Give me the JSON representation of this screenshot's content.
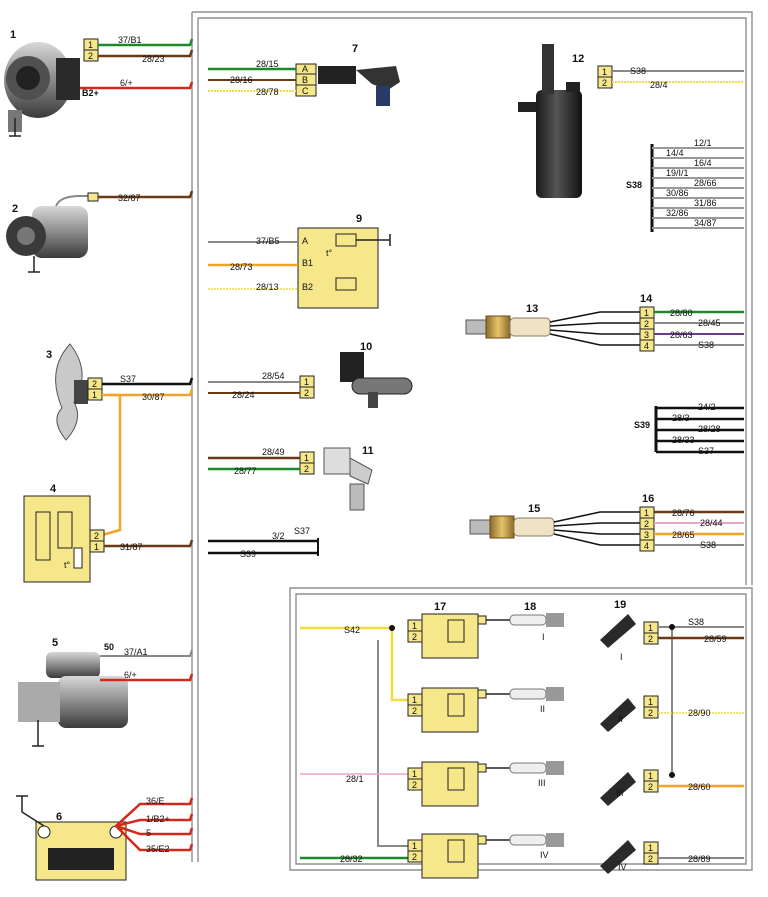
{
  "components": {
    "c1": {
      "number": "1",
      "pins": [
        "1",
        "2"
      ],
      "terminal": "B2+"
    },
    "c2": {
      "number": "2"
    },
    "c3": {
      "number": "3",
      "pins": [
        "2",
        "1"
      ]
    },
    "c4": {
      "number": "4",
      "pins": [
        "2",
        "1"
      ],
      "symbol": "t°"
    },
    "c5": {
      "number": "5",
      "terminal": "50"
    },
    "c6": {
      "number": "6"
    },
    "c7": {
      "number": "7",
      "pins": [
        "A",
        "B",
        "C"
      ]
    },
    "c9": {
      "number": "9",
      "pins": [
        "A",
        "B1",
        "B2"
      ],
      "symbol": "t°"
    },
    "c10": {
      "number": "10",
      "pins": [
        "1",
        "2"
      ]
    },
    "c11": {
      "number": "11",
      "pins": [
        "1",
        "2"
      ]
    },
    "c12": {
      "number": "12",
      "pins": [
        "1",
        "2"
      ]
    },
    "c13": {
      "number": "13"
    },
    "c14": {
      "number": "14",
      "pins": [
        "1",
        "2",
        "3",
        "4"
      ]
    },
    "c15": {
      "number": "15"
    },
    "c16": {
      "number": "16",
      "pins": [
        "1",
        "2",
        "3",
        "4"
      ]
    },
    "c17": {
      "number": "17",
      "pins": [
        "1",
        "2"
      ]
    },
    "c18": {
      "number": "18",
      "plugs": [
        "I",
        "II",
        "III",
        "IV"
      ]
    },
    "c19": {
      "number": "19",
      "injectors": [
        "I",
        "II",
        "III",
        "IV"
      ],
      "pins": [
        "1",
        "2"
      ]
    }
  },
  "wires": {
    "w_1_1": "37/B1",
    "w_1_2": "28/23",
    "w_1_b": "6/+",
    "w_2": "32/87",
    "w_3_2": "S37",
    "w_3_1": "30/87",
    "w_4": "31/87",
    "w_gnd_a": "3/2",
    "w_gnd_s37": "S37",
    "w_gnd_s39": "S39",
    "w_5_50": "37/A1",
    "w_5_b": "6/+",
    "w_6_a": "36/E",
    "w_6_b": "1/B2+",
    "w_6_c": "5",
    "w_6_d": "35/E2",
    "w_7_a": "28/15",
    "w_7_b": "28/16",
    "w_7_c": "28/78",
    "w_9_a": "37/B5",
    "w_9_b1": "28/73",
    "w_9_b2": "28/13",
    "w_10_1": "28/54",
    "w_10_2": "28/24",
    "w_11_1": "28/49",
    "w_11_2": "28/77",
    "w_12_1": "S38",
    "w_12_2": "28/4",
    "s38_label": "S38",
    "s38_wires": [
      "12/1",
      "14/4",
      "16/4",
      "19/I/1",
      "28/66",
      "30/86",
      "31/86",
      "32/86",
      "34/87"
    ],
    "w_14": [
      "28/80",
      "28/45",
      "28/63",
      "S38"
    ],
    "s39_label": "S39",
    "s39_wires": [
      "24/2",
      "28/3",
      "28/28",
      "28/33",
      "S37"
    ],
    "w_16": [
      "28/76",
      "28/44",
      "28/65",
      "S38"
    ],
    "w_17_s42": "S42",
    "w_17_281": "28/1",
    "w_17_2832": "28/32",
    "w_19_s38": "S38",
    "w_19_1": "28/59",
    "w_19_2": "28/90",
    "w_19_3": "28/60",
    "w_19_4": "28/89"
  },
  "colors": {
    "green": "#1d8a2a",
    "brown": "#6b3a14",
    "red": "#d2281e",
    "orange": "#f0a42a",
    "yellow": "#f2dc3a",
    "grey": "#7d7d7d",
    "pink": "#e8a6c8",
    "connector": "#f5e78a"
  },
  "icons": [
    "alternator-icon",
    "ac-compressor-icon",
    "fan-icon",
    "thermo-switch-icon",
    "starter-icon",
    "battery-icon",
    "map-sensor-icon",
    "temp-sensor-icon",
    "crank-sensor-icon",
    "speed-sensor-icon",
    "ignition-coil-icon",
    "spark-plug-icon",
    "injector-icon"
  ]
}
